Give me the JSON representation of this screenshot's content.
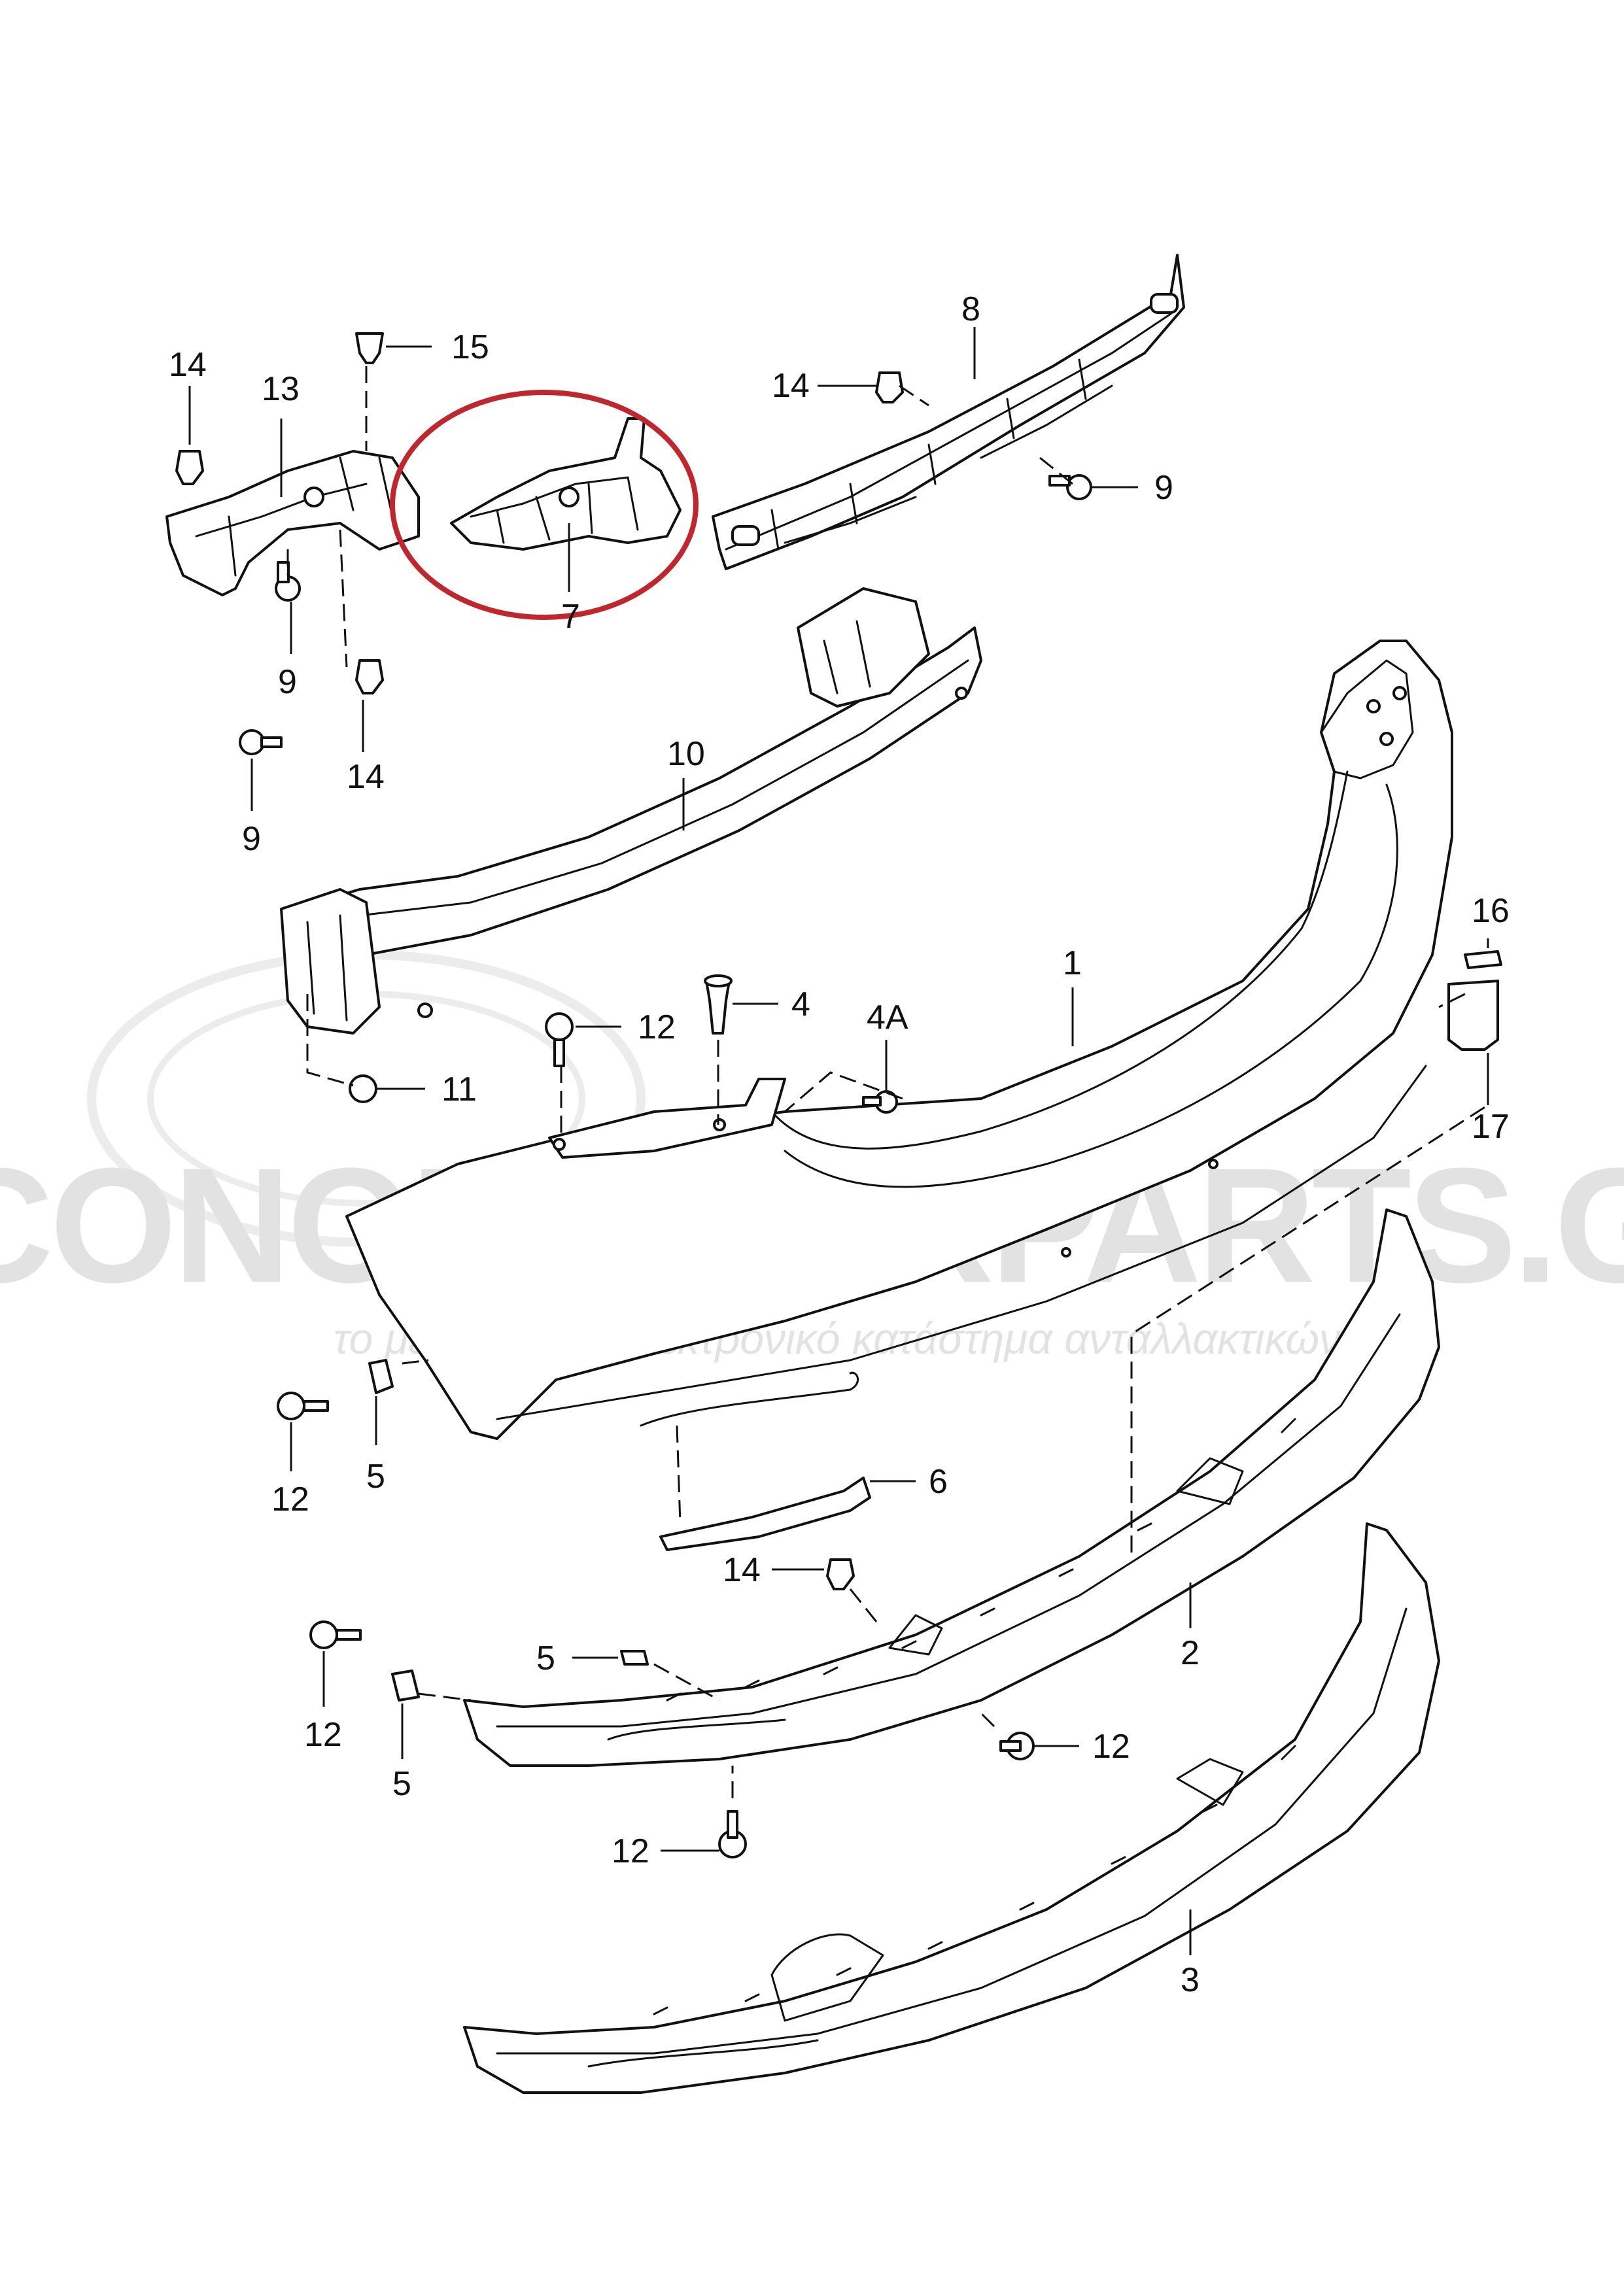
{
  "watermark": {
    "brand": "ECONOMYCARPARTS.GR",
    "tagline": "το μεγαλύτερο ηλεκτρονικό κατάστημα ανταλλακτικών"
  },
  "labels": {
    "p1": "1",
    "p2": "2",
    "p3": "3",
    "p4": "4",
    "p4a": "4A",
    "p5a": "5",
    "p5b": "5",
    "p5c": "5",
    "p6": "6",
    "p7": "7",
    "p8": "8",
    "p9a": "9",
    "p9b": "9",
    "p9c": "9",
    "p10": "10",
    "p11": "11",
    "p12a": "12",
    "p12b": "12",
    "p12c": "12",
    "p12d": "12",
    "p12e": "12",
    "p13": "13",
    "p14a": "14",
    "p14b": "14",
    "p14c": "14",
    "p14d": "14",
    "p15": "15",
    "p16": "16",
    "p17": "17"
  },
  "highlight": {
    "color": "#c0262c",
    "part": "7"
  }
}
